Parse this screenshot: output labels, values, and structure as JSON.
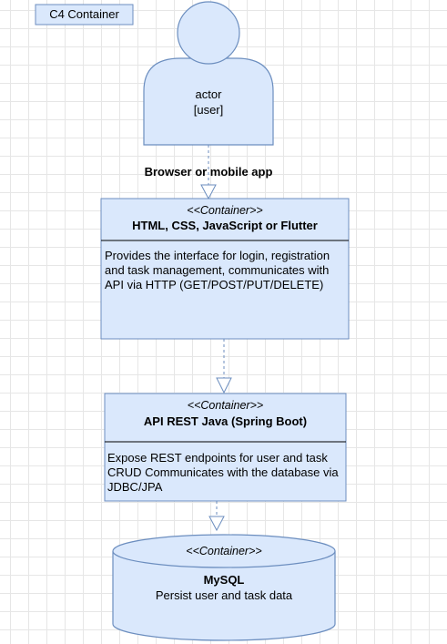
{
  "title_tag": "C4 Container",
  "actor": {
    "name": "actor",
    "type": "[user]"
  },
  "edge_label": "Browser or mobile app",
  "frontend": {
    "stereotype": "<<Container>>",
    "name": "HTML, CSS, JavaScript or Flutter",
    "description": "Provides the interface for login, registration and task management, communicates with API via HTTP (GET/POST/PUT/DELETE)"
  },
  "api": {
    "stereotype": "<<Container>>",
    "name": "API REST Java (Spring Boot)",
    "description": "Expose REST endpoints for user and task CRUD Communicates with the database via JDBC/JPA"
  },
  "database": {
    "stereotype": "<<Container>>",
    "name": "MySQL",
    "description": "Persist user and task data"
  },
  "colors": {
    "fill": "#dae8fc",
    "stroke": "#6c8ebf",
    "grid": "#e6e6e6"
  }
}
